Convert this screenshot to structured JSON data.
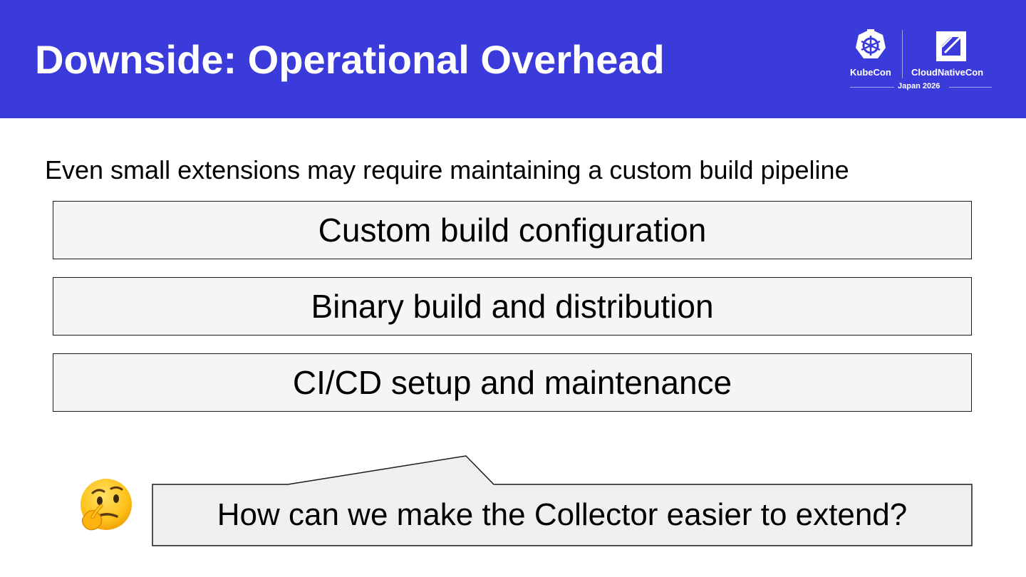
{
  "slide": {
    "title": "Downside: Operational Overhead",
    "subtitle": "Even small extensions may require maintaining a custom build pipeline",
    "items": [
      "Custom build configuration",
      "Binary build and distribution",
      "CI/CD setup and maintenance"
    ],
    "callout": "How can we make the Collector easier to extend?"
  },
  "logo": {
    "left_label": "KubeCon",
    "right_label": "CloudNativeCon",
    "event": "Japan 2026"
  },
  "icons": {
    "kubernetes": "kubernetes-wheel-icon",
    "cncf": "cncf-logo-icon",
    "thinking": "thinking-face-emoji-icon"
  },
  "colors": {
    "header": "#3b3bdb",
    "box_fill": "#f5f5f7",
    "callout_fill": "#efefef"
  }
}
